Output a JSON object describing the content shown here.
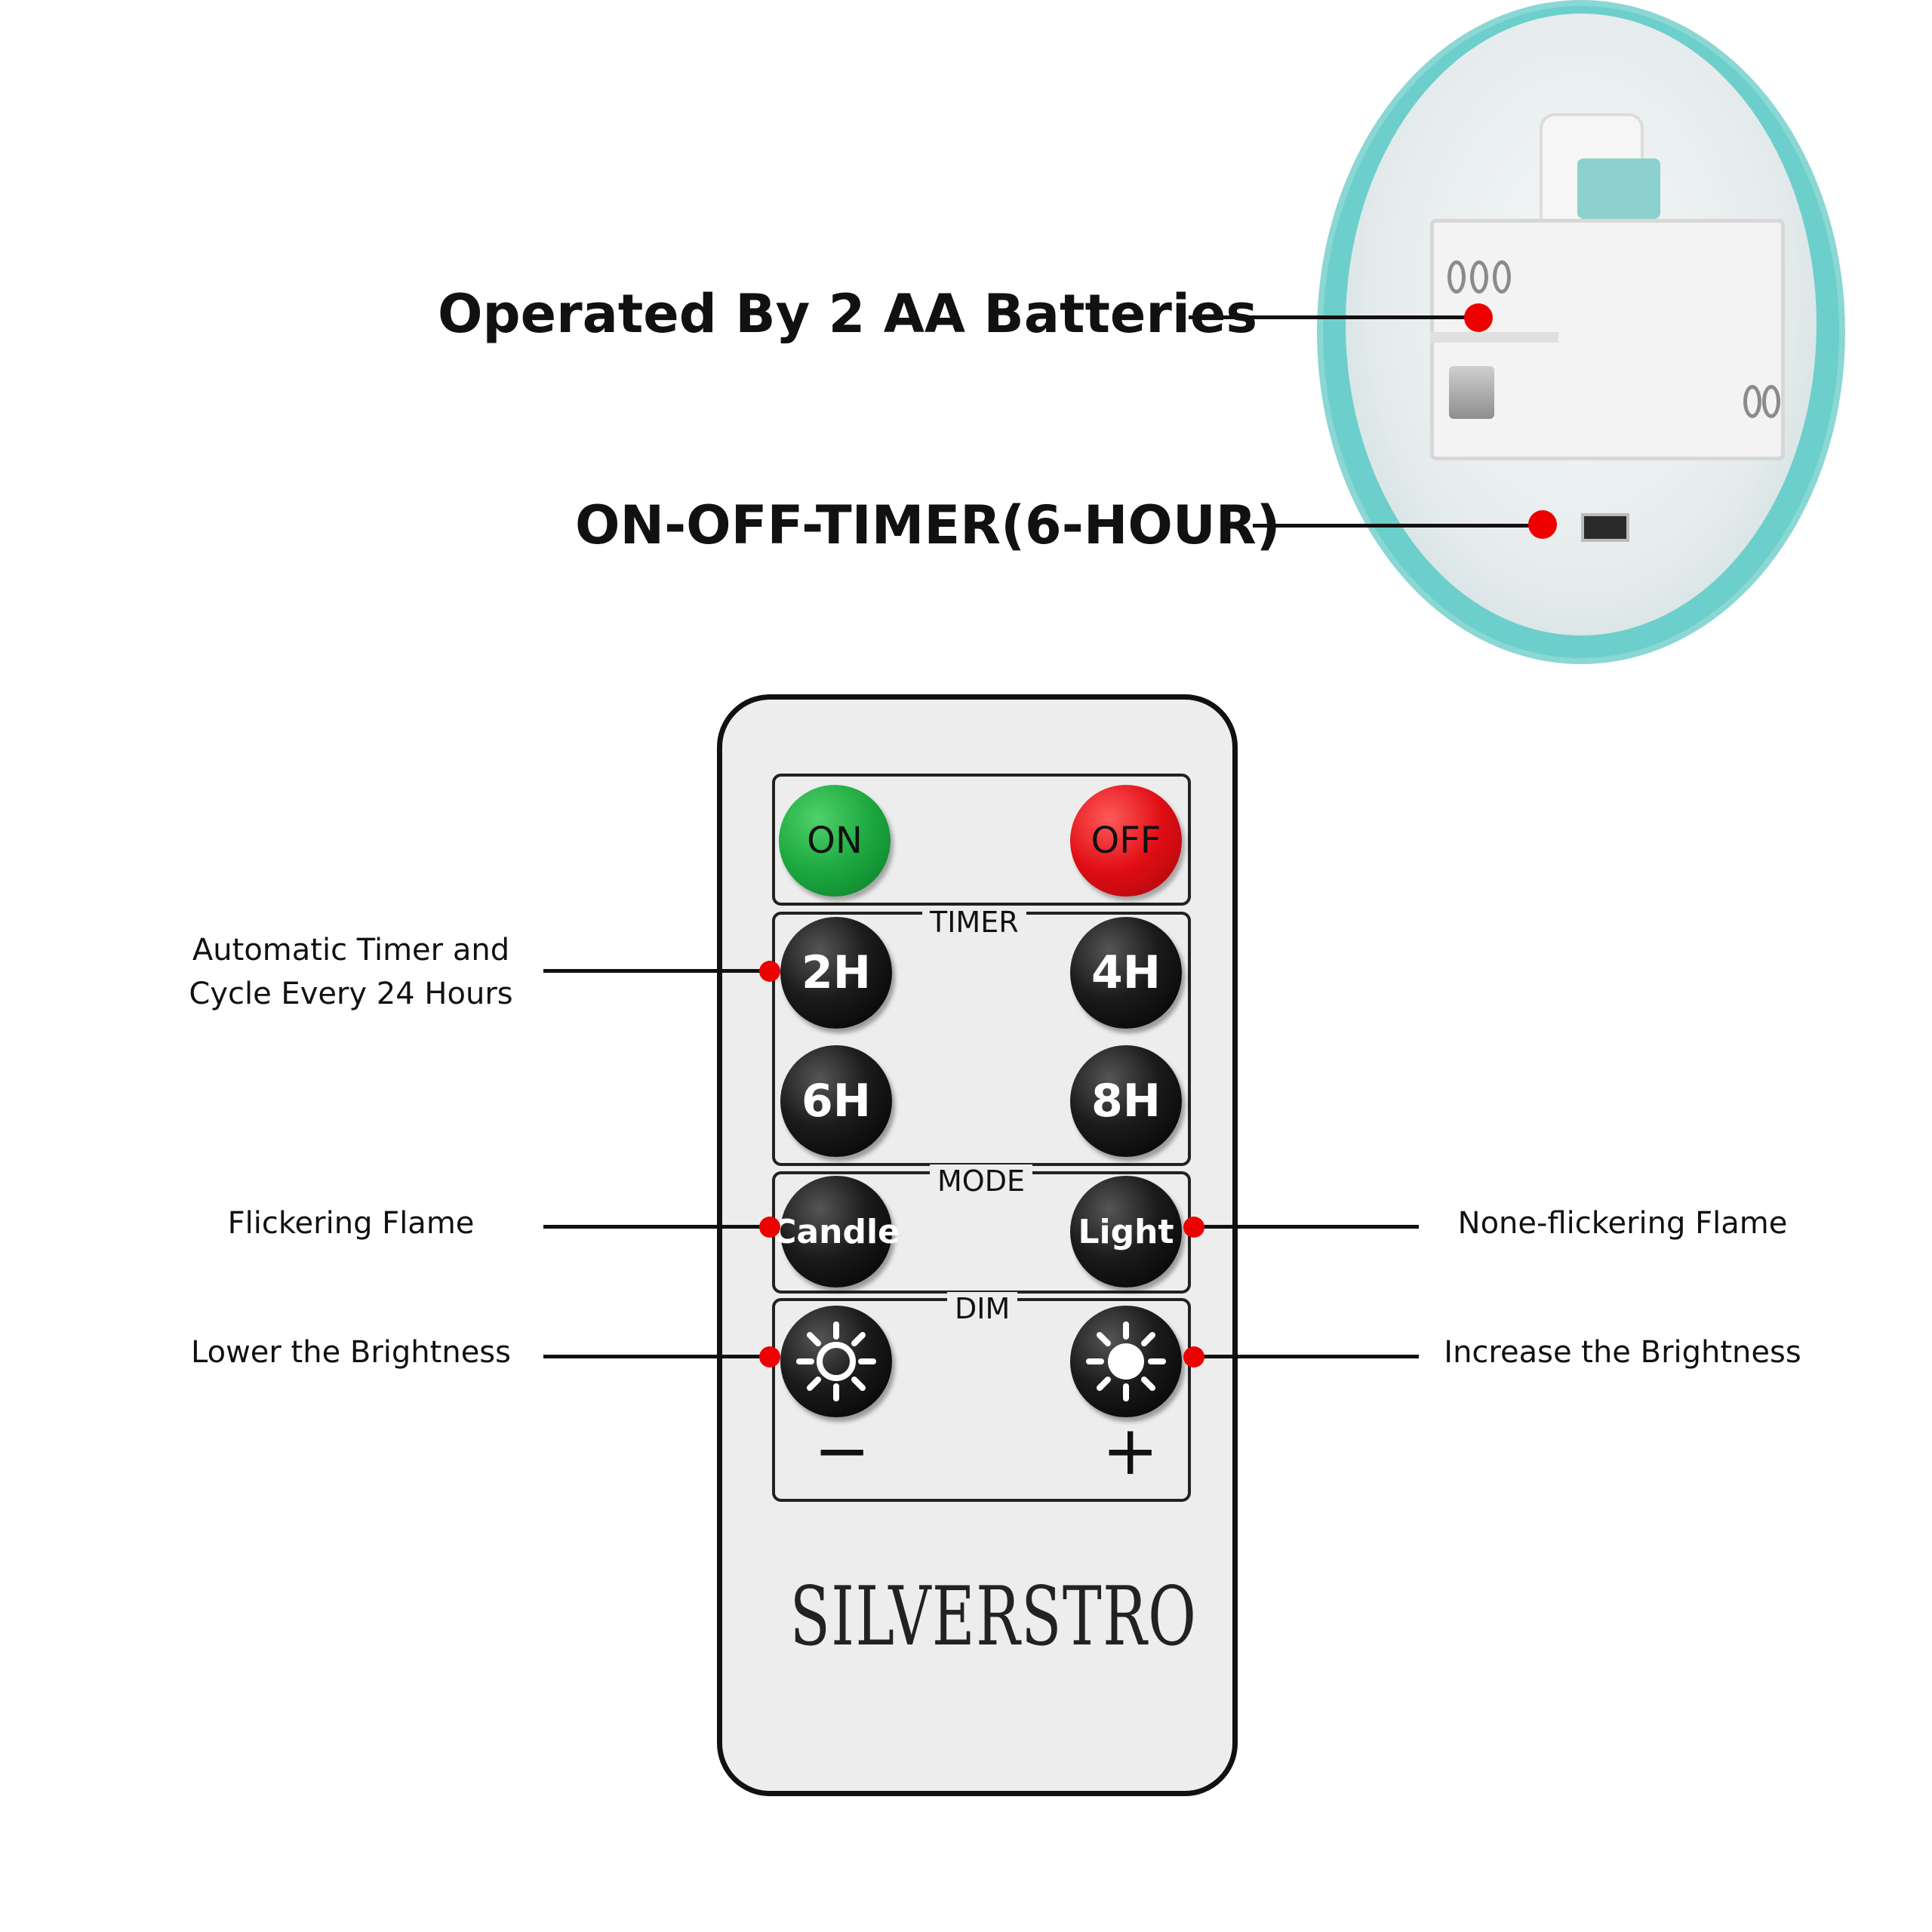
{
  "callouts": {
    "batteries": "Operated By 2 AA Batteries",
    "switch": "ON-OFF-TIMER(6-HOUR)",
    "timer_line1": "Automatic Timer and",
    "timer_line2": "Cycle Every 24 Hours",
    "flickering": "Flickering Flame",
    "none_flickering": "None-flickering Flame",
    "lower": "Lower the Brightness",
    "increase": "Increase the Brightness"
  },
  "remote": {
    "on": "ON",
    "off": "OFF",
    "timer_label": "TIMER",
    "timer_2h": "2H",
    "timer_4h": "4H",
    "timer_6h": "6H",
    "timer_8h": "8H",
    "mode_label": "MODE",
    "candle": "Candle",
    "light": "Light",
    "dim_label": "DIM",
    "minus": "−",
    "plus": "+",
    "brand": "SILVERSTRO"
  },
  "colors": {
    "on_button": "#1ca83f",
    "off_button": "#e00d14",
    "callout_dot": "#ee0000",
    "compartment_rim": "#6ccfcb"
  },
  "icons": [
    "sun-icon",
    "sun-icon"
  ]
}
